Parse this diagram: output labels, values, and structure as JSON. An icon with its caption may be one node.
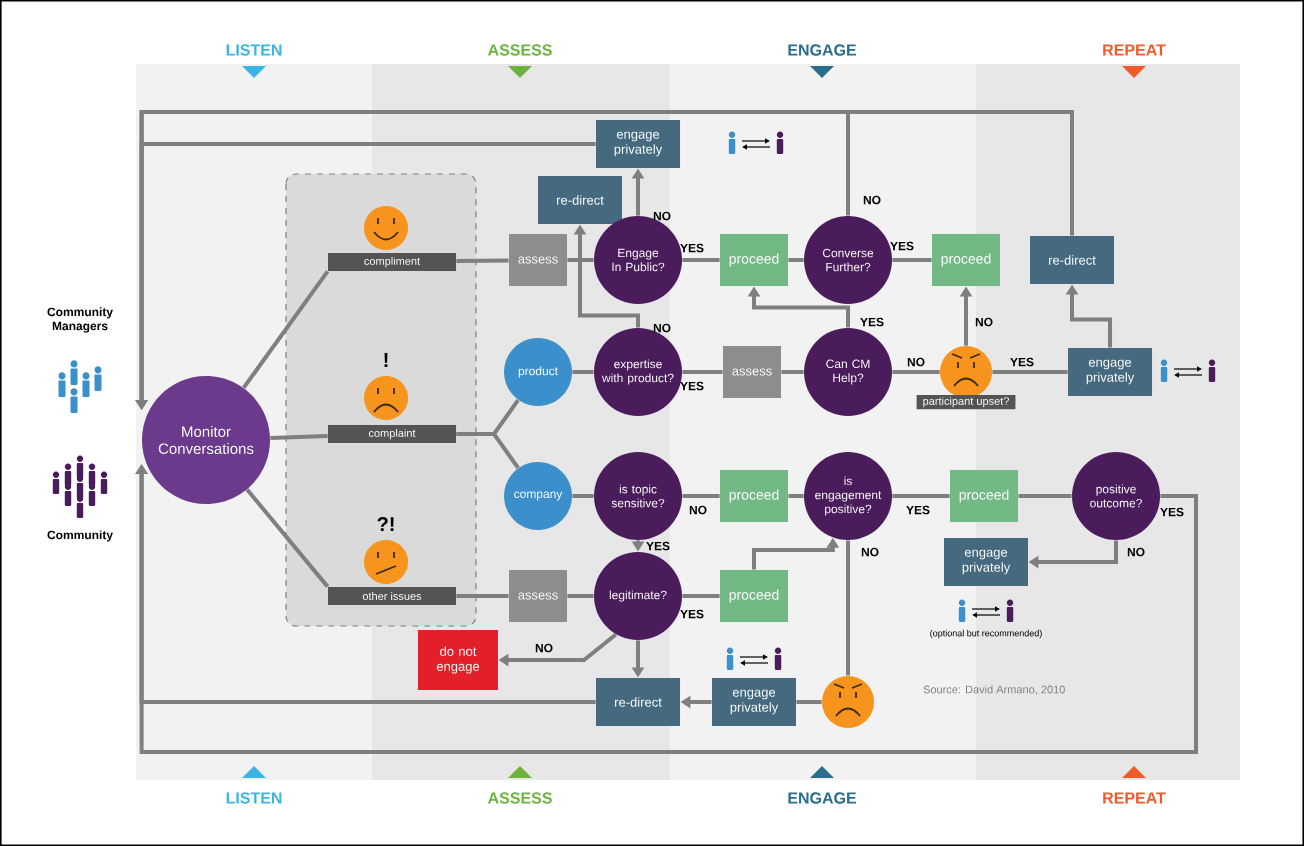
{
  "diagram": {
    "nodes": [
      {
        "text": [
          "Monitor Conversations"
        ]
      },
      {
        "text": [
          "compliment"
        ]
      },
      {
        "text": [
          "complaint"
        ]
      },
      {
        "text": [
          "other issues"
        ]
      },
      {
        "text": [
          "assess"
        ]
      },
      {
        "text": [
          "re-direct"
        ]
      },
      {
        "text": [
          "engage privately"
        ]
      },
      {
        "text": [
          "Engage In Public?"
        ]
      },
      {
        "text": [
          "proceed"
        ]
      },
      {
        "text": [
          "Converse Further?"
        ]
      },
      {
        "text": [
          "proceed"
        ]
      },
      {
        "text": [
          "re-direct"
        ]
      },
      {
        "text": [
          "product"
        ]
      },
      {
        "text": [
          "expertise with product?"
        ]
      },
      {
        "text": [
          "assess"
        ]
      },
      {
        "text": [
          "Can CM Help?"
        ]
      },
      {
        "text": [],
        "shape": "circle",
        "beside": [
          "participant upset?"
        ]
      },
      {
        "text": [
          "engage privately"
        ]
      },
      {
        "text": [
          "company"
        ]
      },
      {
        "text": [
          "is topic sensitive?"
        ]
      },
      {
        "text": [
          "proceed"
        ]
      },
      {
        "text": [
          "is engagement positive?"
        ]
      },
      {
        "text": [
          "proceed"
        ]
      },
      {
        "text": [
          "positive outcome?"
        ]
      },
      {
        "text": [
          "engage privately"
        ]
      },
      {
        "text": [
          "assess"
        ]
      },
      {
        "text": [
          "legitimate?"
        ]
      },
      {
        "text": [
          "proceed"
        ]
      },
      {
        "text": [
          "do not engage"
        ]
      },
      {
        "text": [
          "re-direct"
        ]
      },
      {
        "text": [
          "engage privately"
        ]
      },
      {
        "text": [],
        "shape": "circle"
      }
    ],
    "edges": [
      {
        "from": 0,
        "to": 1,
        "arrow": "none"
      },
      {
        "from": 0,
        "to": 2,
        "arrow": "none"
      },
      {
        "from": 0,
        "to": 3,
        "arrow": "none"
      },
      {
        "from": 1,
        "to": 4,
        "arrow": "none"
      },
      {
        "from": 4,
        "to": 7,
        "arrow": "none"
      },
      {
        "from": 7,
        "to": 6,
        "arrow": "to",
        "label": "NO"
      },
      {
        "from": 7,
        "to": 8,
        "arrow": "none",
        "label": "YES"
      },
      {
        "from": 8,
        "to": 9,
        "arrow": "none"
      },
      {
        "from": 9,
        "to": 10,
        "arrow": "none",
        "label": "YES"
      },
      {
        "from": 9,
        "to": 0,
        "arrow": "to",
        "label": "NO"
      },
      {
        "from": 6,
        "to": 0,
        "arrow": "to"
      },
      {
        "from": 11,
        "to": 0,
        "arrow": "to"
      },
      {
        "from": 2,
        "to": 12,
        "arrow": "none"
      },
      {
        "from": 2,
        "to": 18,
        "arrow": "none"
      },
      {
        "from": 12,
        "to": 13,
        "arrow": "none"
      },
      {
        "from": 13,
        "to": 14,
        "arrow": "none",
        "label": "YES"
      },
      {
        "from": 13,
        "to": 5,
        "arrow": "to",
        "label": "NO"
      },
      {
        "from": 14,
        "to": 15,
        "arrow": "none"
      },
      {
        "from": 15,
        "to": 8,
        "arrow": "to",
        "label": "YES"
      },
      {
        "from": 15,
        "to": 16,
        "arrow": "none",
        "label": "NO"
      },
      {
        "from": 16,
        "to": 10,
        "arrow": "to",
        "label": "NO"
      },
      {
        "from": 16,
        "to": 17,
        "arrow": "none",
        "label": "YES"
      },
      {
        "from": 17,
        "to": 11,
        "arrow": "to"
      },
      {
        "from": 18,
        "to": 19,
        "arrow": "none"
      },
      {
        "from": 19,
        "to": 20,
        "arrow": "none",
        "label": "NO"
      },
      {
        "from": 19,
        "to": 26,
        "arrow": "to",
        "label": "YES"
      },
      {
        "from": 20,
        "to": 21,
        "arrow": "none"
      },
      {
        "from": 21,
        "to": 22,
        "arrow": "none",
        "label": "YES"
      },
      {
        "from": 22,
        "to": 23,
        "arrow": "none"
      },
      {
        "from": 23,
        "to": 24,
        "arrow": "to",
        "label": "NO"
      },
      {
        "from": 23,
        "to": 0,
        "arrow": "to",
        "label": "YES"
      },
      {
        "from": 21,
        "to": 31,
        "arrow": "none",
        "label": "NO"
      },
      {
        "from": 31,
        "to": 30,
        "arrow": "none"
      },
      {
        "from": 30,
        "to": 29,
        "arrow": "to"
      },
      {
        "from": 29,
        "to": 0,
        "arrow": "to"
      },
      {
        "from": 3,
        "to": 25,
        "arrow": "none"
      },
      {
        "from": 25,
        "to": 26,
        "arrow": "none"
      },
      {
        "from": 26,
        "to": 27,
        "arrow": "none",
        "label": "YES"
      },
      {
        "from": 27,
        "to": 21,
        "arrow": "to"
      },
      {
        "from": 26,
        "to": 28,
        "arrow": "to",
        "label": "NO"
      },
      {
        "from": 26,
        "to": 29,
        "arrow": "to"
      }
    ],
    "labels": [
      "LISTEN",
      "ASSESS",
      "ENGAGE",
      "REPEAT",
      "Community Managers",
      "!",
      "Community",
      "?!",
      "(optional but recommended)",
      "Source: David Armano, 2010",
      "LISTEN",
      "ASSESS",
      "ENGAGE",
      "REPEAT"
    ]
  }
}
